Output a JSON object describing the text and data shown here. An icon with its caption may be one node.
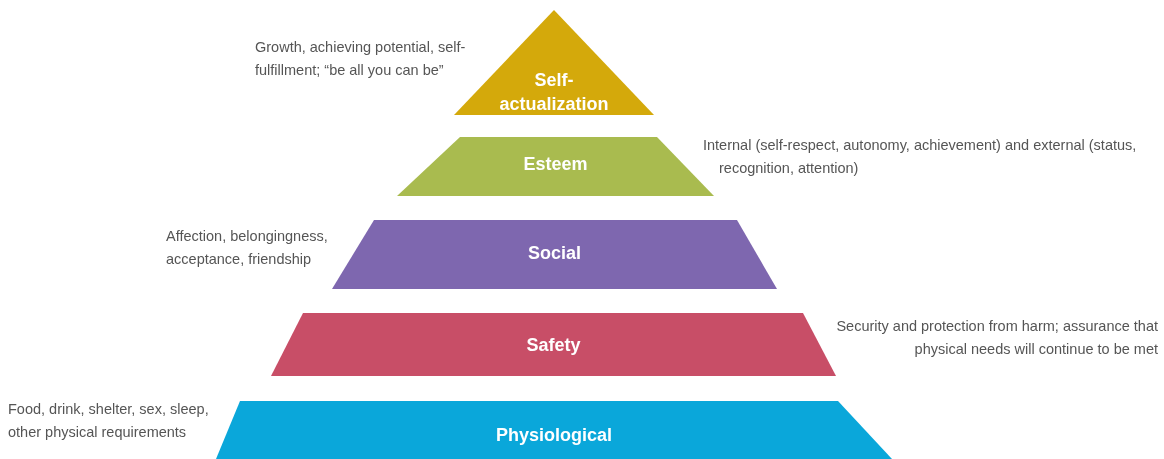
{
  "diagram": {
    "nodes": [
      {
        "text": [
          "Self-actualization"
        ],
        "beside": [
          "Growth, achieving potential, self-fulfillment; “be all you can be”"
        ]
      },
      {
        "text": [
          "Esteem"
        ],
        "beside": [
          "Internal (self-respect, autonomy, achievement) and external (status, recognition, attention)"
        ]
      },
      {
        "text": [
          "Social"
        ],
        "beside": [
          "Affection, belongingness, acceptance, friendship"
        ]
      },
      {
        "text": [
          "Safety"
        ],
        "beside": [
          "Security and protection from harm; assurance that physical needs will continue to be met"
        ]
      },
      {
        "text": [
          "Physiological"
        ],
        "beside": [
          "Food, drink, shelter, sex, sleep, other physical requirements"
        ]
      }
    ]
  }
}
